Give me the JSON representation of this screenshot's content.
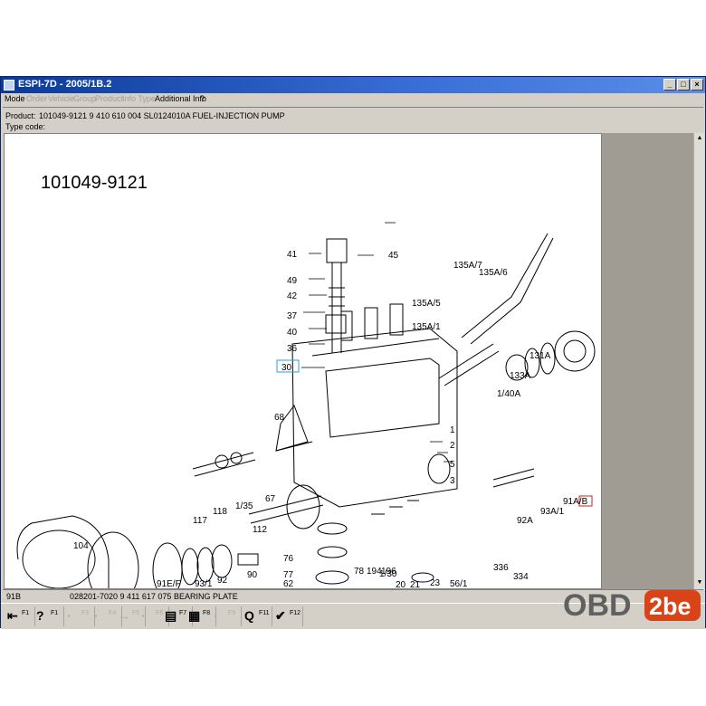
{
  "window": {
    "title": "ESPI-7D - 2005/1B.2",
    "buttons": [
      "_",
      "□",
      "×"
    ]
  },
  "menu": [
    {
      "label": "Mode",
      "enabled": true
    },
    {
      "label": "Order",
      "enabled": false
    },
    {
      "label": "Vehicle",
      "enabled": false
    },
    {
      "label": "Group",
      "enabled": false
    },
    {
      "label": "Product",
      "enabled": false
    },
    {
      "label": "Info Type",
      "enabled": false
    },
    {
      "label": "Additional Info",
      "enabled": true
    },
    {
      "label": "?",
      "enabled": true
    }
  ],
  "info": {
    "product_label": "Product:",
    "product_value": "101049-9121   9 410 610 004   SL0124010A   FUEL-INJECTION PUMP",
    "type_code_label": "Type code:"
  },
  "drawing": {
    "part_number": "101049-9121",
    "callouts": [
      "41",
      "45",
      "49",
      "42",
      "37",
      "40",
      "36",
      "30",
      "135A/7",
      "135A/6",
      "135A/5",
      "135A/1",
      "131A",
      "133A",
      "1/40A",
      "68",
      "1",
      "2",
      "5",
      "3",
      "117",
      "118",
      "1/35",
      "67",
      "112",
      "91A/B",
      "93A/1",
      "92A",
      "104",
      "336",
      "334",
      "23",
      "1/30",
      "20",
      "21",
      "76",
      "78",
      "194",
      "196",
      "77",
      "62",
      "56/1",
      "90",
      "92",
      "93/1",
      "91E/F"
    ],
    "selected_callouts": [
      "30",
      "91A/B"
    ]
  },
  "status": {
    "ref": "91B",
    "part": "028201-7020   9 411 617 075   BEARING PLATE"
  },
  "toolbar": [
    {
      "icon": "exit-icon",
      "glyph": "⇤",
      "label": "F1",
      "enabled": true
    },
    {
      "icon": "help-icon",
      "glyph": "?",
      "label": "F1",
      "enabled": true
    },
    {
      "icon": "f3-icon",
      "glyph": "·",
      "label": "F3",
      "enabled": false
    },
    {
      "icon": "f4-icon",
      "glyph": "·",
      "label": "F4",
      "enabled": false
    },
    {
      "icon": "arrow-icon",
      "glyph": "→",
      "label": "F5",
      "enabled": false
    },
    {
      "icon": "f6-icon",
      "glyph": "·",
      "label": "F6",
      "enabled": false
    },
    {
      "icon": "print-icon",
      "glyph": "▤",
      "label": "F7",
      "enabled": true
    },
    {
      "icon": "print-cancel-icon",
      "glyph": "▦",
      "label": "F8",
      "enabled": true
    },
    {
      "icon": "f9-icon",
      "glyph": "·",
      "label": "F9",
      "enabled": false
    },
    {
      "icon": "zoom-icon",
      "glyph": "Q",
      "label": "F11",
      "enabled": true
    },
    {
      "icon": "check-icon",
      "glyph": "✔",
      "label": "F12",
      "enabled": true
    }
  ],
  "watermark": {
    "part1": "OBD",
    "part2": "2be"
  }
}
